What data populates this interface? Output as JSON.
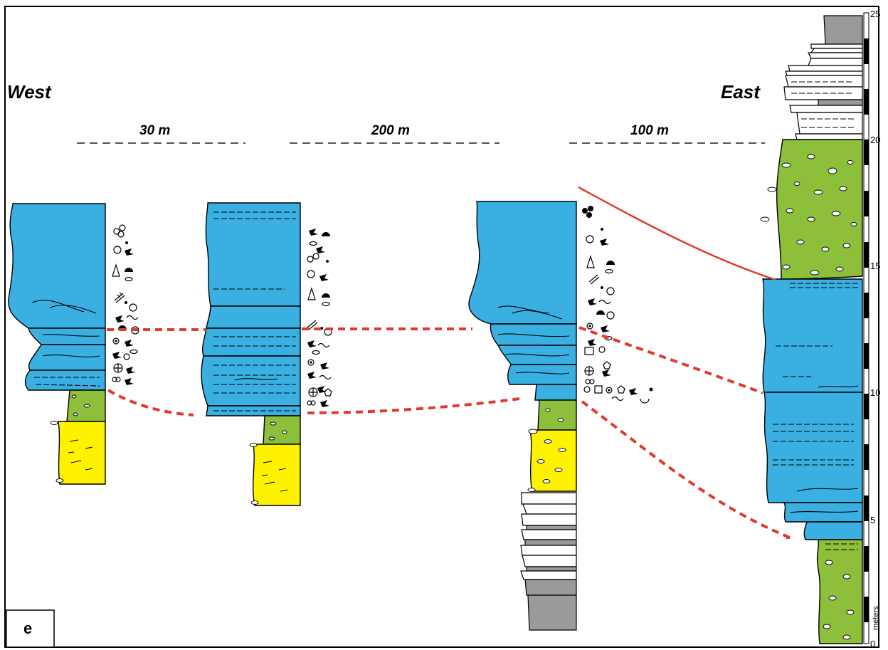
{
  "labels": {
    "west": "West",
    "east": "East",
    "panel": "e",
    "scale_unit": "meters"
  },
  "distances": [
    "30 m",
    "200 m",
    "100 m"
  ],
  "scale_ticks": [
    "0",
    "5",
    "10",
    "15",
    "20",
    "25"
  ],
  "colors": {
    "carbonate": "#3ab0e2",
    "conglomerate": "#8dbf3a",
    "sandstone": "#fff200",
    "mudstone": "#9a9a9a",
    "correlation_line": "#e23a2f"
  }
}
